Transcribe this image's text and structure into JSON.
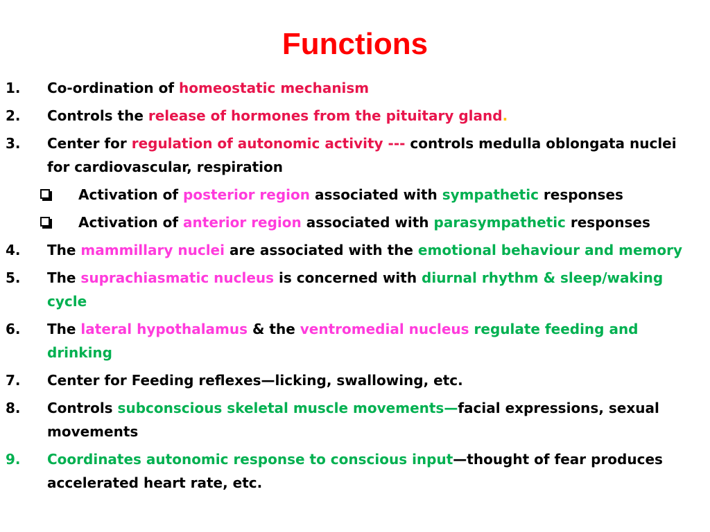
{
  "title": "Functions",
  "items": [
    {
      "num": "1.",
      "segments": [
        {
          "text": "Co-ordination of ",
          "color": "black"
        },
        {
          "text": "homeostatic mechanism",
          "color": "crimson"
        }
      ]
    },
    {
      "num": "2.",
      "segments": [
        {
          "text": "Controls the ",
          "color": "black"
        },
        {
          "text": "release of hormones from the pituitary gland",
          "color": "crimson"
        },
        {
          "text": ".",
          "color": "orange"
        }
      ]
    },
    {
      "num": "3.",
      "segments": [
        {
          "text": "Center for ",
          "color": "black"
        },
        {
          "text": "regulation of autonomic activity ---",
          "color": "crimson"
        },
        {
          "text": " controls medulla oblongata nuclei for cardiovascular, respiration",
          "color": "black"
        }
      ]
    },
    {
      "sub": true,
      "segments": [
        {
          "text": "Activation of ",
          "color": "black"
        },
        {
          "text": "posterior region",
          "color": "magenta"
        },
        {
          "text": " associated with ",
          "color": "black"
        },
        {
          "text": "sympathetic",
          "color": "green"
        },
        {
          "text": " responses",
          "color": "black"
        }
      ]
    },
    {
      "sub": true,
      "segments": [
        {
          "text": "Activation of ",
          "color": "black"
        },
        {
          "text": "anterior region",
          "color": "magenta"
        },
        {
          "text": " associated with ",
          "color": "black"
        },
        {
          "text": "parasympathetic",
          "color": "green"
        },
        {
          "text": " responses",
          "color": "black"
        }
      ]
    },
    {
      "num": "4.",
      "segments": [
        {
          "text": "The ",
          "color": "black"
        },
        {
          "text": "mammillary nuclei",
          "color": "magenta"
        },
        {
          "text": " are associated with the ",
          "color": "black"
        },
        {
          "text": "emotional behaviour and memory",
          "color": "green"
        }
      ]
    },
    {
      "num": "5.",
      "segments": [
        {
          "text": "The ",
          "color": "black"
        },
        {
          "text": "suprachiasmatic nucleus",
          "color": "magenta"
        },
        {
          "text": " is concerned with ",
          "color": "black"
        },
        {
          "text": "diurnal rhythm & sleep/waking cycle",
          "color": "green"
        }
      ]
    },
    {
      "num": "6.",
      "segments": [
        {
          "text": "The ",
          "color": "black"
        },
        {
          "text": "lateral hypothalamus",
          "color": "magenta"
        },
        {
          "text": " & the ",
          "color": "black"
        },
        {
          "text": "ventromedial nucleus",
          "color": "magenta"
        },
        {
          "text": " regulate feeding and drinking",
          "color": "green"
        }
      ]
    },
    {
      "num": "7.",
      "segments": [
        {
          "text": "Center for Feeding reflexes—licking, swallowing, etc.",
          "color": "black"
        }
      ]
    },
    {
      "num": "8.",
      "segments": [
        {
          "text": "Controls ",
          "color": "black"
        },
        {
          "text": "subconscious skeletal muscle movements—",
          "color": "green"
        },
        {
          "text": "facial expressions, sexual movements",
          "color": "black"
        }
      ]
    },
    {
      "num": "9.",
      "num_color": "green",
      "segments": [
        {
          "text": "Coordinates autonomic response to conscious input",
          "color": "green"
        },
        {
          "text": "—thought of fear produces accelerated heart rate, etc.",
          "color": "black"
        }
      ]
    }
  ],
  "colors": {
    "black": "#000000",
    "crimson": "#e8154c",
    "magenta": "#ff3bdc",
    "green": "#00b050",
    "orange": "#ffc000",
    "title": "#ff0000"
  },
  "icons": {
    "sub_bullet": "checkbox-bullet-icon"
  }
}
